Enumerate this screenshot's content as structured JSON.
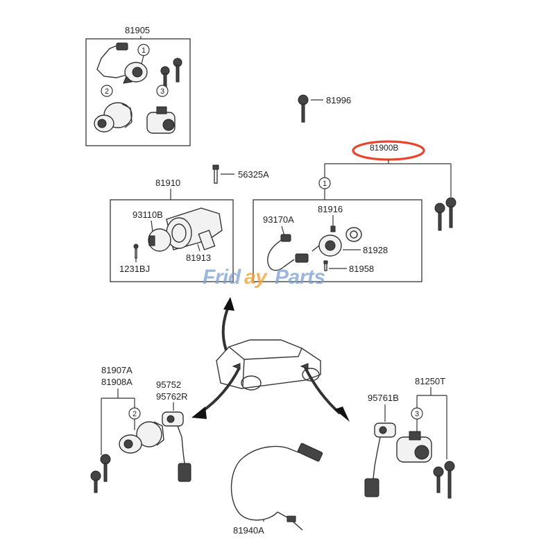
{
  "parts": {
    "p81905": "81905",
    "p81996": "81996",
    "p81900B": "81900B",
    "p56325A": "56325A",
    "p81910": "81910",
    "p93110B": "93110B",
    "p1231BJ": "1231BJ",
    "p81913": "81913",
    "p93170A": "93170A",
    "p81916": "81916",
    "p81928": "81928",
    "p81958": "81958",
    "p81907A": "81907A",
    "p81908A": "81908A",
    "p95752": "95752",
    "p95762R": "95762R",
    "p95761B": "95761B",
    "p81250T": "81250T",
    "p81940A": "81940A"
  },
  "callouts": {
    "c1a": "1",
    "c2a": "2",
    "c3a": "3",
    "c1b": "1",
    "c2b": "2",
    "c3b": "3"
  },
  "watermark": {
    "text_part1": "Frid",
    "text_part2": "ay",
    "text_part3": "Parts",
    "color": "#7b9fcf",
    "accent": "#f0a030"
  },
  "highlight": {
    "color": "#e8452c"
  }
}
